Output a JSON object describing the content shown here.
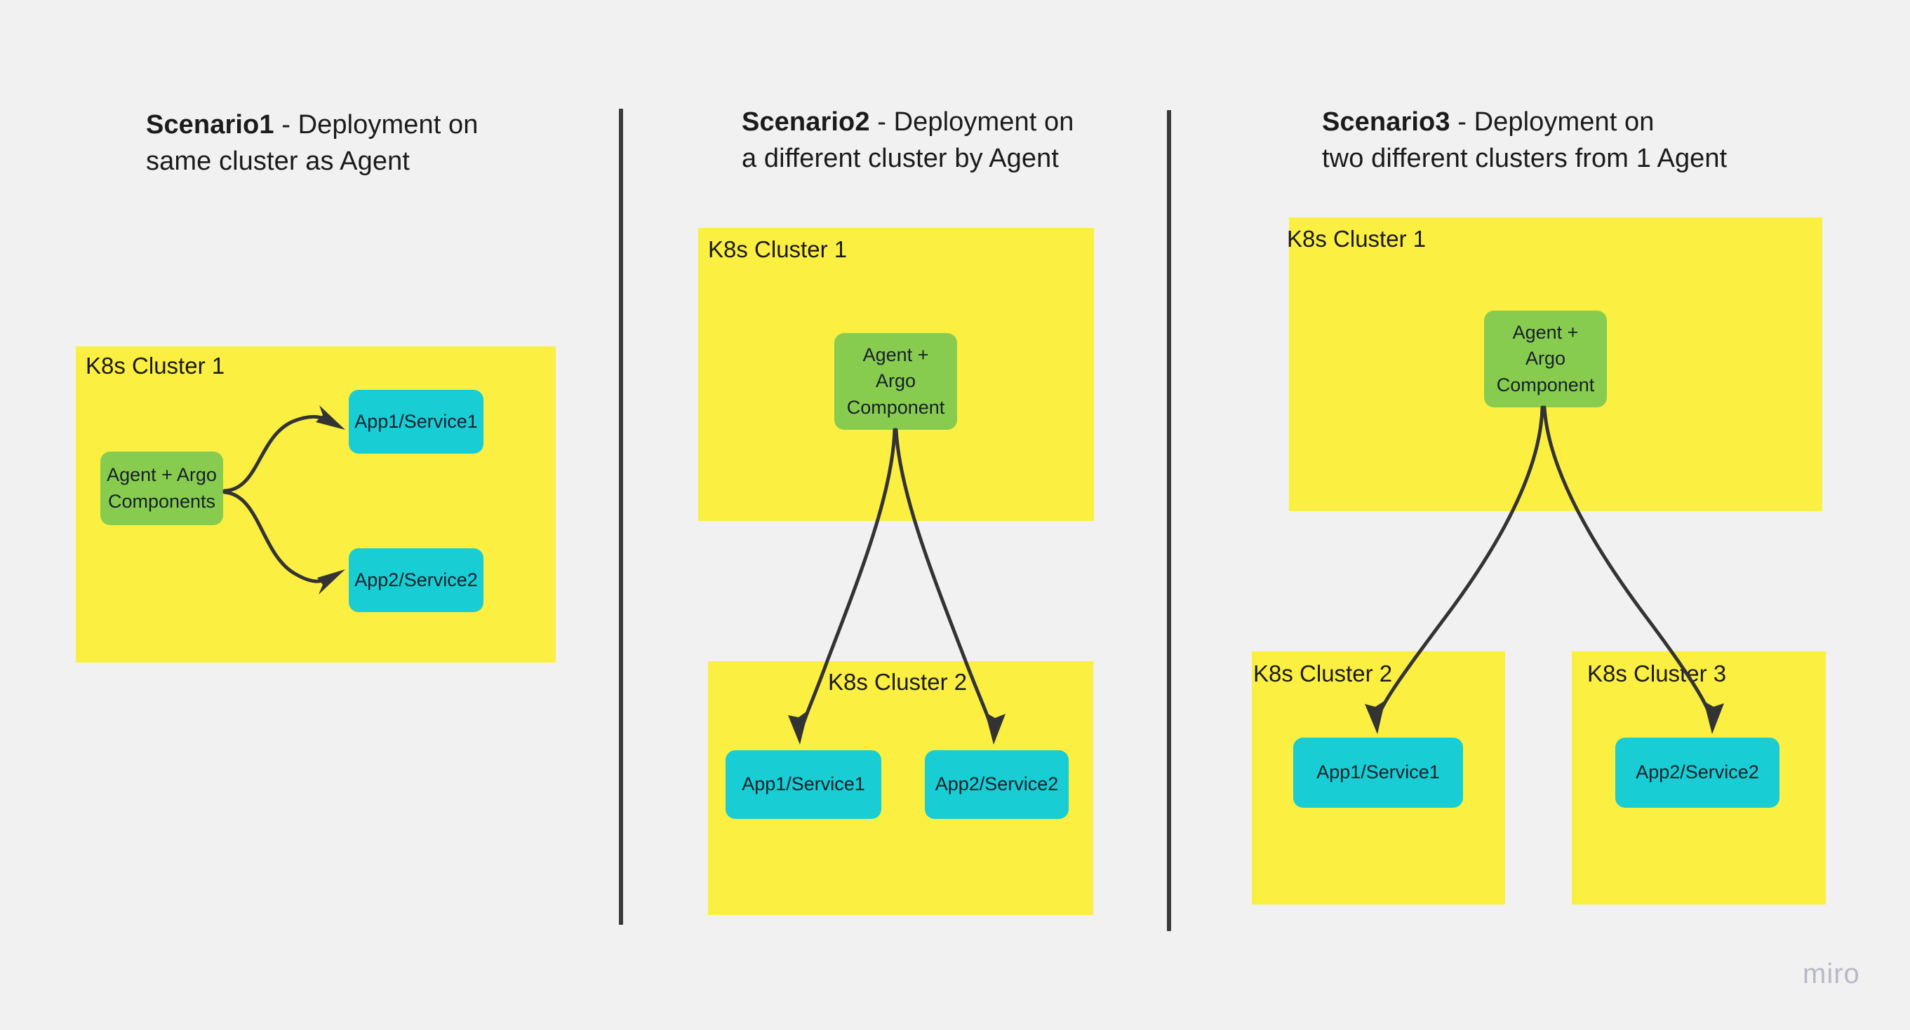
{
  "canvas": {
    "background_color": "#f1f1f1",
    "watermark": "miro"
  },
  "palette": {
    "cluster_yellow": "#fbef42",
    "agent_green": "#88cc4f",
    "app_cyan": "#18cdd4",
    "arrow_dark": "#333333",
    "divider_dark": "#3a3a3a",
    "text_dark": "#1a1a1a",
    "watermark_gray": "#b9b9c6"
  },
  "scenarios": [
    {
      "id": "scenario-1",
      "name": "Scenario1",
      "description": " - Deployment on\nsame cluster as Agent",
      "clusters": [
        {
          "id": "s1-cluster-1",
          "label": "K8s Cluster 1"
        }
      ],
      "nodes": [
        {
          "id": "s1-agent",
          "label": "Agent + Argo\nComponents",
          "type": "agent"
        },
        {
          "id": "s1-app1",
          "label": "App1/Service1",
          "type": "app"
        },
        {
          "id": "s1-app2",
          "label": "App2/Service2",
          "type": "app"
        }
      ],
      "edges": [
        {
          "from": "s1-agent",
          "to": "s1-app1"
        },
        {
          "from": "s1-agent",
          "to": "s1-app2"
        }
      ]
    },
    {
      "id": "scenario-2",
      "name": "Scenario2",
      "description": " - Deployment on\na different cluster by Agent",
      "clusters": [
        {
          "id": "s2-cluster-1",
          "label": "K8s Cluster 1"
        },
        {
          "id": "s2-cluster-2",
          "label": "K8s Cluster 2"
        }
      ],
      "nodes": [
        {
          "id": "s2-agent",
          "label": "Agent +\nArgo\nComponent",
          "type": "agent"
        },
        {
          "id": "s2-app1",
          "label": "App1/Service1",
          "type": "app"
        },
        {
          "id": "s2-app2",
          "label": "App2/Service2",
          "type": "app"
        }
      ],
      "edges": [
        {
          "from": "s2-agent",
          "to": "s2-app1"
        },
        {
          "from": "s2-agent",
          "to": "s2-app2"
        }
      ]
    },
    {
      "id": "scenario-3",
      "name": "Scenario3",
      "description": " - Deployment on\ntwo different clusters from 1 Agent",
      "clusters": [
        {
          "id": "s3-cluster-1",
          "label": "K8s Cluster 1"
        },
        {
          "id": "s3-cluster-2",
          "label": "K8s Cluster 2"
        },
        {
          "id": "s3-cluster-3",
          "label": "K8s Cluster 3"
        }
      ],
      "nodes": [
        {
          "id": "s3-agent",
          "label": "Agent +\nArgo\nComponent",
          "type": "agent"
        },
        {
          "id": "s3-app1",
          "label": "App1/Service1",
          "type": "app"
        },
        {
          "id": "s3-app2",
          "label": "App2/Service2",
          "type": "app"
        }
      ],
      "edges": [
        {
          "from": "s3-agent",
          "to": "s3-app1"
        },
        {
          "from": "s3-agent",
          "to": "s3-app2"
        }
      ]
    }
  ]
}
